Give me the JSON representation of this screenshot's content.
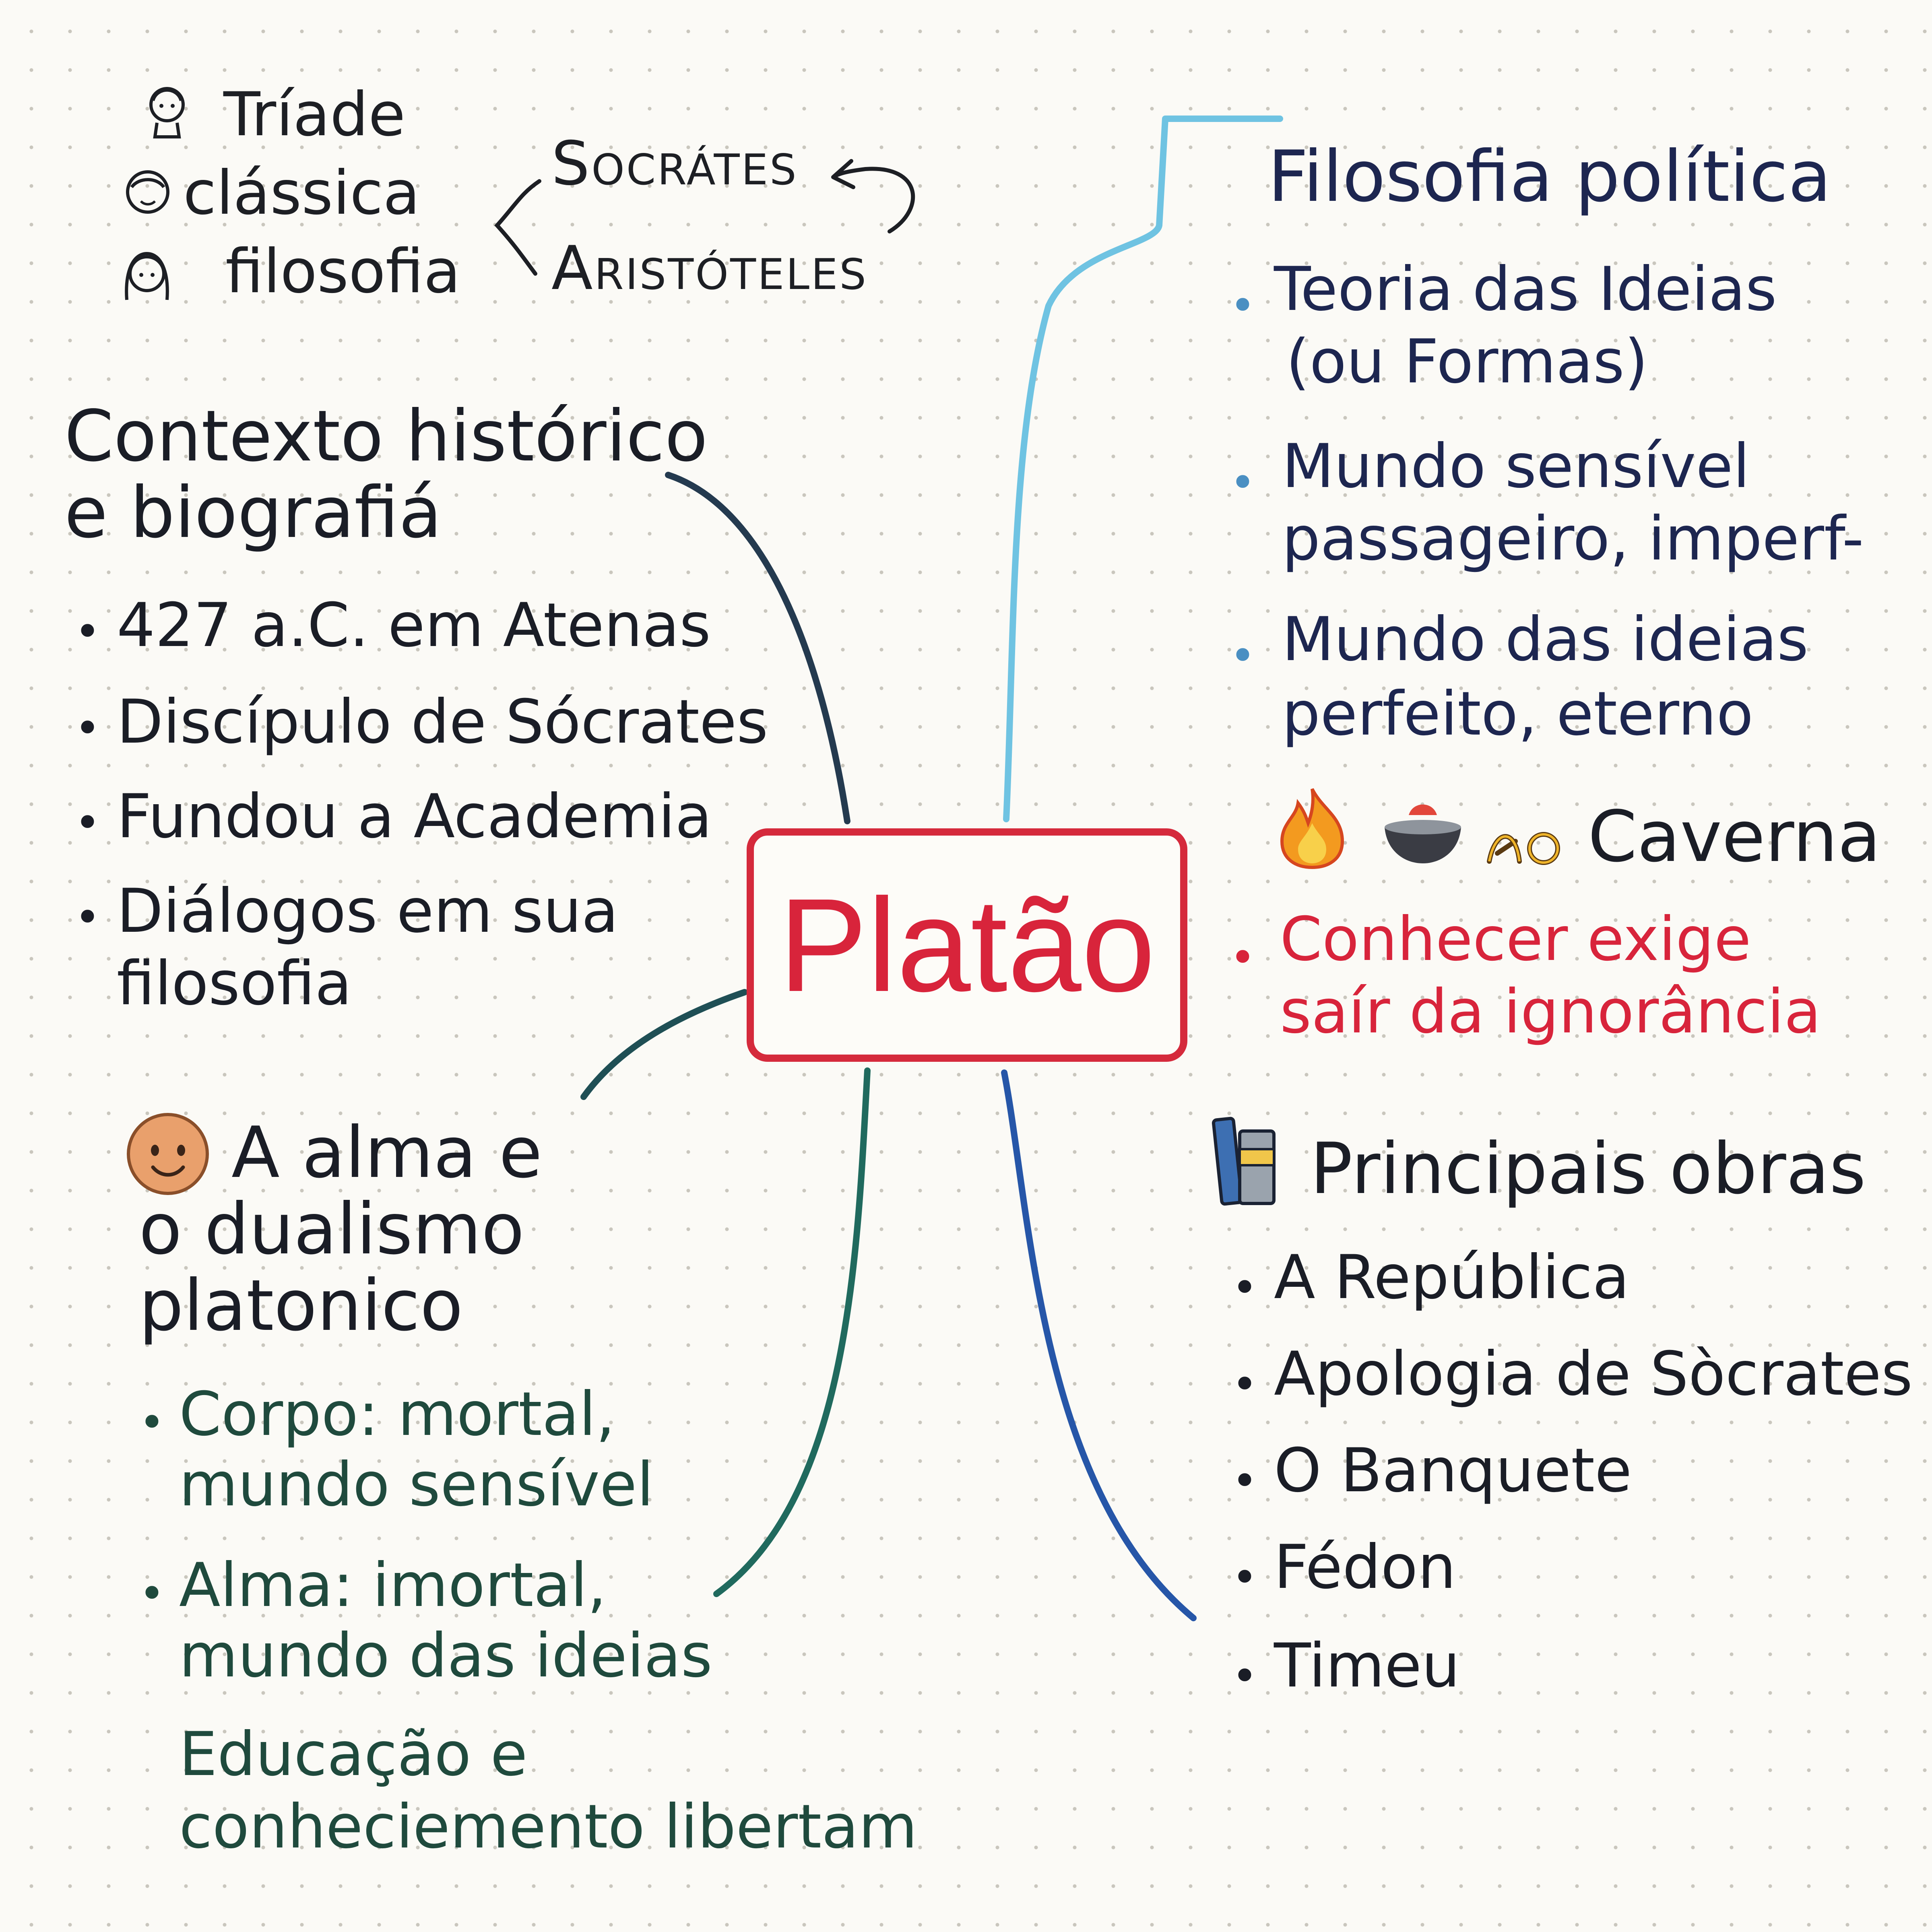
{
  "center": {
    "title": "Platão"
  },
  "triad": {
    "lines": [
      "Tríade",
      "clássica",
      "filosofia"
    ],
    "people": [
      "Socrátes",
      "Aristóteles"
    ]
  },
  "context": {
    "title_lines": [
      "Contexto histórico",
      "e biografiá"
    ],
    "items": [
      [
        "427 a.C. em Atenas"
      ],
      [
        "Discípulo de Sócrates"
      ],
      [
        "Fundou a Academia"
      ],
      [
        "Diálogos em sua",
        "filosofia"
      ]
    ]
  },
  "soul": {
    "title_lines": [
      "A alma e",
      "o dualismo",
      "platonico"
    ],
    "items": [
      [
        "Corpo: mortal,",
        "mundo sensível"
      ],
      [
        "Alma: imortal,",
        "mundo das ideias"
      ]
    ],
    "footer_lines": [
      "Educação e",
      "conheciemento libertam"
    ]
  },
  "politics": {
    "title": "Filosofia política",
    "items": [
      [
        "Teoria das Ideias",
        "(ou Formas)"
      ],
      [
        "Mundo sensível",
        "passageiro, imperf-"
      ],
      [
        "Mundo das ideias",
        "perfeito, eterno"
      ]
    ],
    "cave_title": "Caverna",
    "cave_items": [
      [
        "Conhecer exige",
        "saír da ignorância"
      ]
    ]
  },
  "works": {
    "title": "Principais obras",
    "items": [
      "A República",
      "Apologia de Sòcrates",
      "O Banquete",
      "Fédon",
      "Timeu"
    ]
  },
  "colors": {
    "center_border": "#d52a3c",
    "context_branch": "#243a4f",
    "soul_branch_upper": "#1f4f55",
    "soul_branch_lower": "#206a5e",
    "politics_branch": "#6fc3e2",
    "works_branch": "#2656a8",
    "cave_text": "#d8243b",
    "bullet_blue": "#4a8fc2"
  },
  "icons": {
    "triad": [
      "woman-face-icon",
      "face-icon",
      "woman-face-icon"
    ],
    "soul": "smiling-face-icon",
    "cave": [
      "fire-icon",
      "bowl-icon",
      "cave-glyph-icon"
    ],
    "works": "books-icon"
  }
}
